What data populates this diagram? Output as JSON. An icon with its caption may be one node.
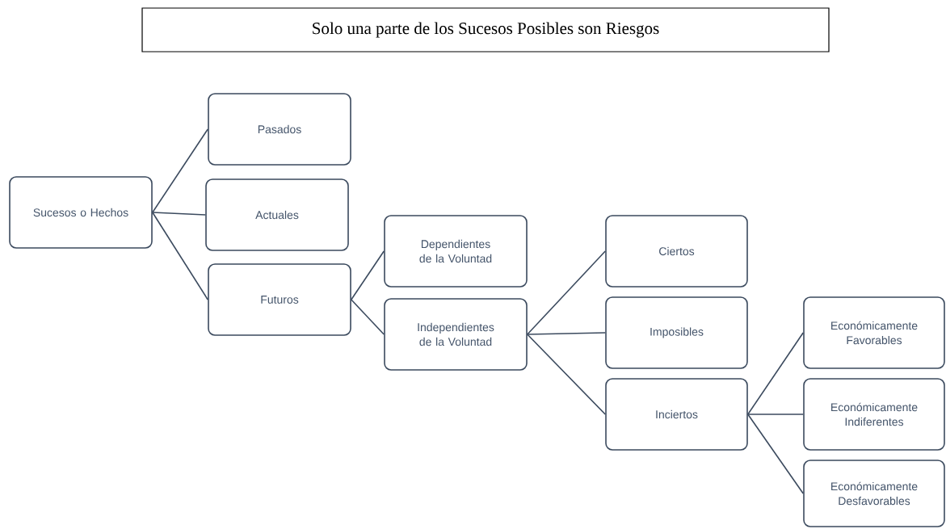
{
  "diagram": {
    "title": "Solo una parte de los Sucesos Posibles son Riesgos",
    "nodes": [
      {
        "text": [
          "Sucesos o Hechos"
        ]
      },
      {
        "text": [
          "Pasados"
        ]
      },
      {
        "text": [
          "Actuales"
        ]
      },
      {
        "text": [
          "Futuros"
        ]
      },
      {
        "text": [
          "Dependientes de la Voluntad"
        ]
      },
      {
        "text": [
          "Independientes de la Voluntad"
        ]
      },
      {
        "text": [
          "Ciertos"
        ]
      },
      {
        "text": [
          "Imposibles"
        ]
      },
      {
        "text": [
          "Inciertos"
        ]
      },
      {
        "text": [
          "Económicamente Favorables"
        ]
      },
      {
        "text": [
          "Económicamente Indiferentes"
        ]
      },
      {
        "text": [
          "Económicamente Desfavorables"
        ]
      }
    ],
    "edges": [
      {
        "from": 0,
        "to": 1,
        "arrow": "none"
      },
      {
        "from": 0,
        "to": 2,
        "arrow": "none"
      },
      {
        "from": 0,
        "to": 3,
        "arrow": "none"
      },
      {
        "from": 3,
        "to": 4,
        "arrow": "none"
      },
      {
        "from": 3,
        "to": 5,
        "arrow": "none"
      },
      {
        "from": 5,
        "to": 6,
        "arrow": "none"
      },
      {
        "from": 5,
        "to": 7,
        "arrow": "none"
      },
      {
        "from": 5,
        "to": 8,
        "arrow": "none"
      },
      {
        "from": 8,
        "to": 9,
        "arrow": "none"
      },
      {
        "from": 8,
        "to": 10,
        "arrow": "none"
      },
      {
        "from": 8,
        "to": 11,
        "arrow": "none"
      }
    ]
  }
}
